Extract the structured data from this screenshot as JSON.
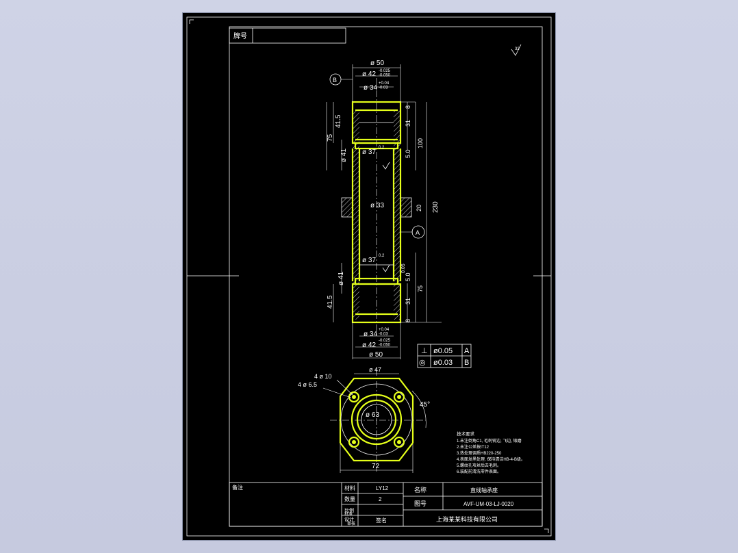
{
  "colors": {
    "background": "#000000",
    "lines": "#ffffff",
    "part_outline": "#e5ff1a",
    "window_bg": "#cdd1e4"
  },
  "top_box": {
    "label": "牌号"
  },
  "roughness_symbol": "32",
  "datum_a": "A",
  "datum_b": "B",
  "dims": {
    "d50_top": "ø 50",
    "d42_top": "ø 42",
    "d42_top_tol": "-0.025\n-0.050",
    "d34_top": "ø 34",
    "d34_top_tol": "+0.04\n-0.03",
    "len_415_top": "41.5",
    "len_75_left": "75",
    "d41_top": "ø 41",
    "d37_top": "ø 37",
    "d37_top_tol": "0.2",
    "d33": "ø 33",
    "d37_bot": "ø 37",
    "d37_bot_tol": "0.2",
    "d41_bot": "ø 41",
    "len_415_bot": "41.5",
    "d34_bot": "ø 34",
    "d34_bot_tol": "+0.04\n-0.03",
    "d42_bot": "ø 42",
    "d42_bot_tol": "-0.025\n-0.050",
    "d50_bot": "ø 50",
    "r8_top": "8",
    "r31_top": "31",
    "r5_top": "5.0",
    "r100": "100",
    "r230": "230",
    "r20": "20",
    "r5_bot": "5.0",
    "r75_bot": "75",
    "r31_bot": "31",
    "r8_bot": "8",
    "r05": "0.05",
    "holes_10": "4 ø 10",
    "holes_65": "4 ø 6.5",
    "d47": "ø 47",
    "d63": "ø 63",
    "angle_45": "45°",
    "width_72": "72"
  },
  "tolerance_frame": [
    {
      "symbol": "⊥",
      "value": "ø0.05",
      "datum": "A"
    },
    {
      "symbol": "◎",
      "value": "ø0.03",
      "datum": "B"
    }
  ],
  "notes": [
    "技术要求",
    "1.未注倒角C1, 毛刺锐边, 飞边, 锻磨",
    "2.未注公差按IT12",
    "3.热处理调质HB220-250",
    "4.表面发黑处理, 保持清洁HB-4-B级。",
    "5.螺纹孔攻丝后去毛刺。",
    "6.装配前清洗零件表面。"
  ],
  "title_block": {
    "remark_label": "备注",
    "material_label": "材料",
    "material_value": "LY12",
    "qty_label": "数量",
    "qty_value": "2",
    "scale_label": "比例",
    "drawn_label": "设计",
    "checked_label": "审核",
    "approved_label": "批准",
    "sign_label": "签名",
    "name_label": "名称",
    "name_value": "直线轴承座",
    "drawing_no_label": "图号",
    "drawing_no_value": "AVF-UM-03-LJ-0020",
    "company": "上海某某科技有限公司"
  }
}
